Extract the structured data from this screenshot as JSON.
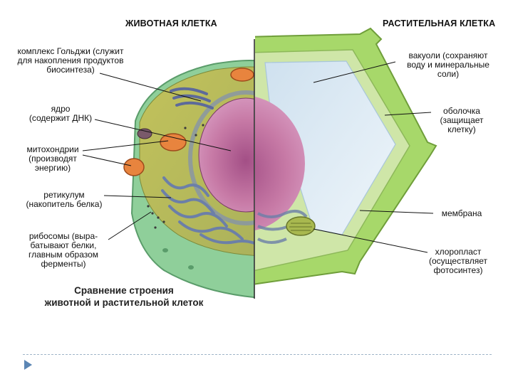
{
  "headings": {
    "animal": "ЖИВОТНАЯ КЛЕТКА",
    "plant": "РАСТИТЕЛЬНАЯ КЛЕТКА"
  },
  "labels": {
    "golgi": "комплекс Гольджи (служит\nдля накопления продуктов\nбиосинтеза)",
    "nucleus": "ядро\n(содержит ДНК)",
    "mitochondria": "митохондрии\n(производят\nэнергию)",
    "reticulum": "ретикулум\n(накопитель белка)",
    "ribosomes": "рибосомы (выра-\nбатывают белки,\nглавным образом\nферменты)",
    "vacuole": "вакуоли (сохраняют\nводу и минеральные\nсоли)",
    "wall": "оболочка\n(защищает\nклетку)",
    "membrane": "мембрана",
    "chloroplast": "хлоропласт\n(осуществляет\nфотосинтез)"
  },
  "caption": "Сравнение строения\nживотной и растительной клеток",
  "colors": {
    "cytoplasm": "#c9c95a",
    "nucleus": "#c77aa6",
    "membrane_green": "#8fcf9a",
    "plant_wall": "#a7d86a",
    "vacuole": "#dbe9f3",
    "mitochondria": "#e8843e",
    "reticulum": "#6c7fa8",
    "nav_arrow": "#5b86b4"
  }
}
